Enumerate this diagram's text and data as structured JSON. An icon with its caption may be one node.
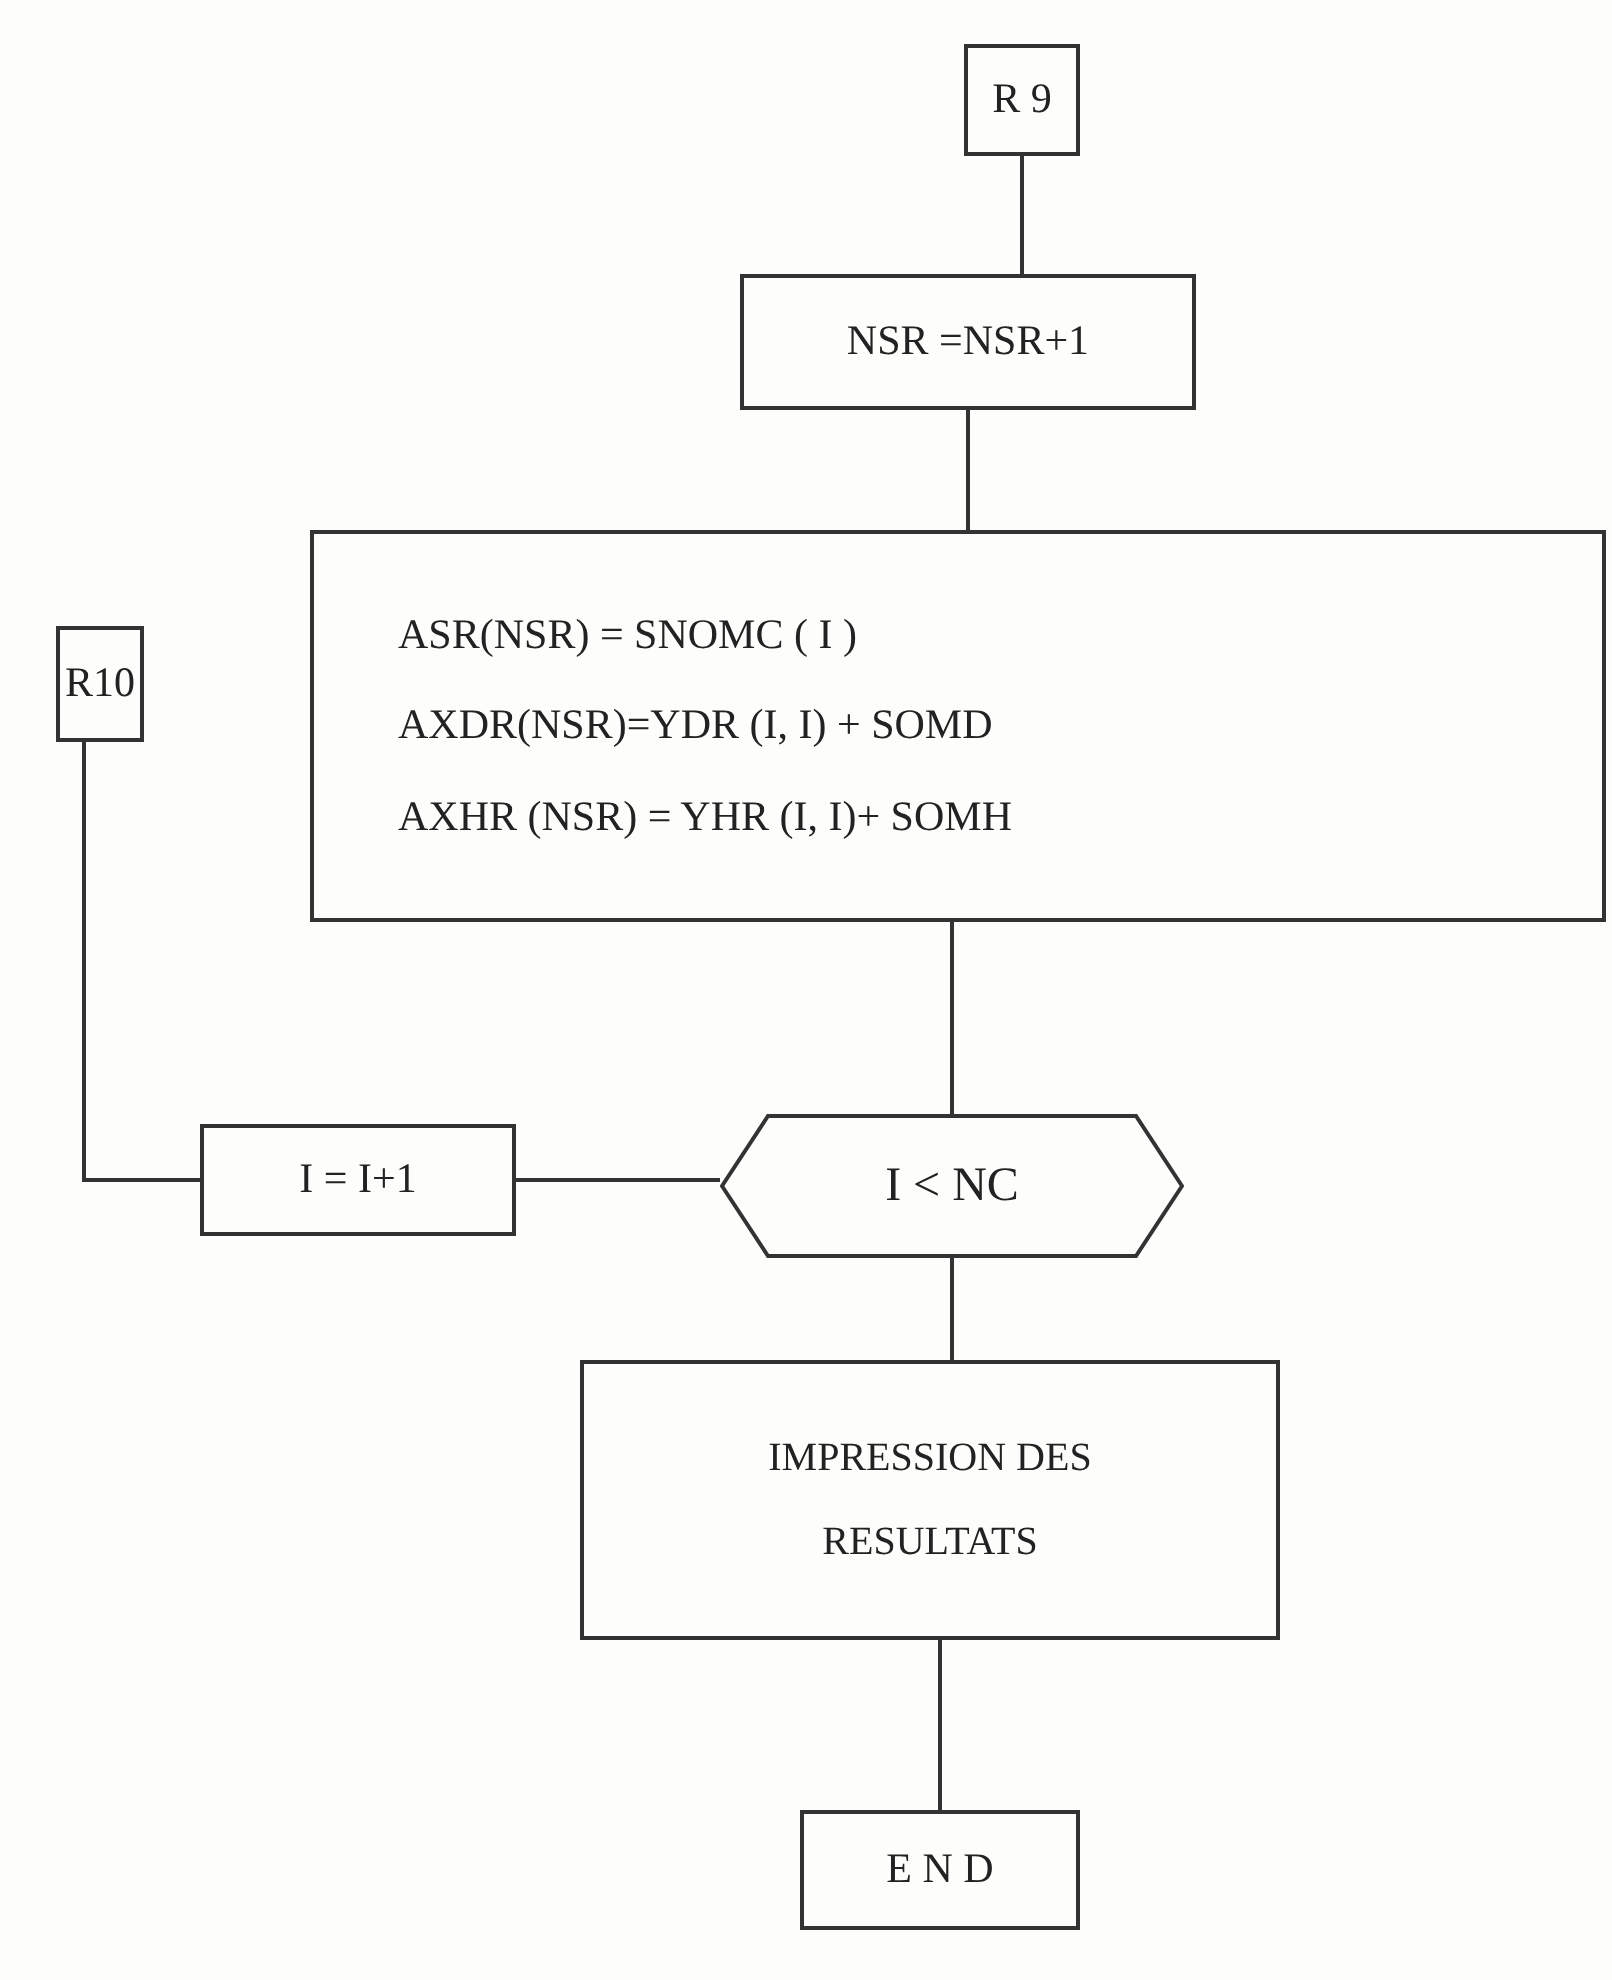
{
  "diagram": {
    "nodes": [
      {
        "text": [
          "R 9"
        ]
      },
      {
        "text": [
          "NSR =NSR+1"
        ]
      },
      {
        "text": [
          "ASR(NSR) = SNOMC ( I )",
          "AXDR(NSR)=YDR (I, I) + SOMD",
          "AXHR (NSR) = YHR (I, I)+ SOMH"
        ]
      },
      {
        "text": [
          "R10"
        ]
      },
      {
        "text": [
          "I = I+1"
        ]
      },
      {
        "text": [
          "I < NC"
        ]
      },
      {
        "text": [
          "IMPRESSION DES RESULTATS"
        ]
      },
      {
        "text": [
          "E N D"
        ]
      }
    ],
    "edges": [
      {
        "from": 0,
        "to": 1,
        "arrow": "none"
      },
      {
        "from": 1,
        "to": 2,
        "arrow": "none"
      },
      {
        "from": 2,
        "to": 5,
        "arrow": "none"
      },
      {
        "from": 5,
        "to": 4,
        "arrow": "none"
      },
      {
        "from": 4,
        "to": 3,
        "arrow": "none"
      },
      {
        "from": 5,
        "to": 6,
        "arrow": "none"
      },
      {
        "from": 6,
        "to": 7,
        "arrow": "none"
      }
    ]
  }
}
